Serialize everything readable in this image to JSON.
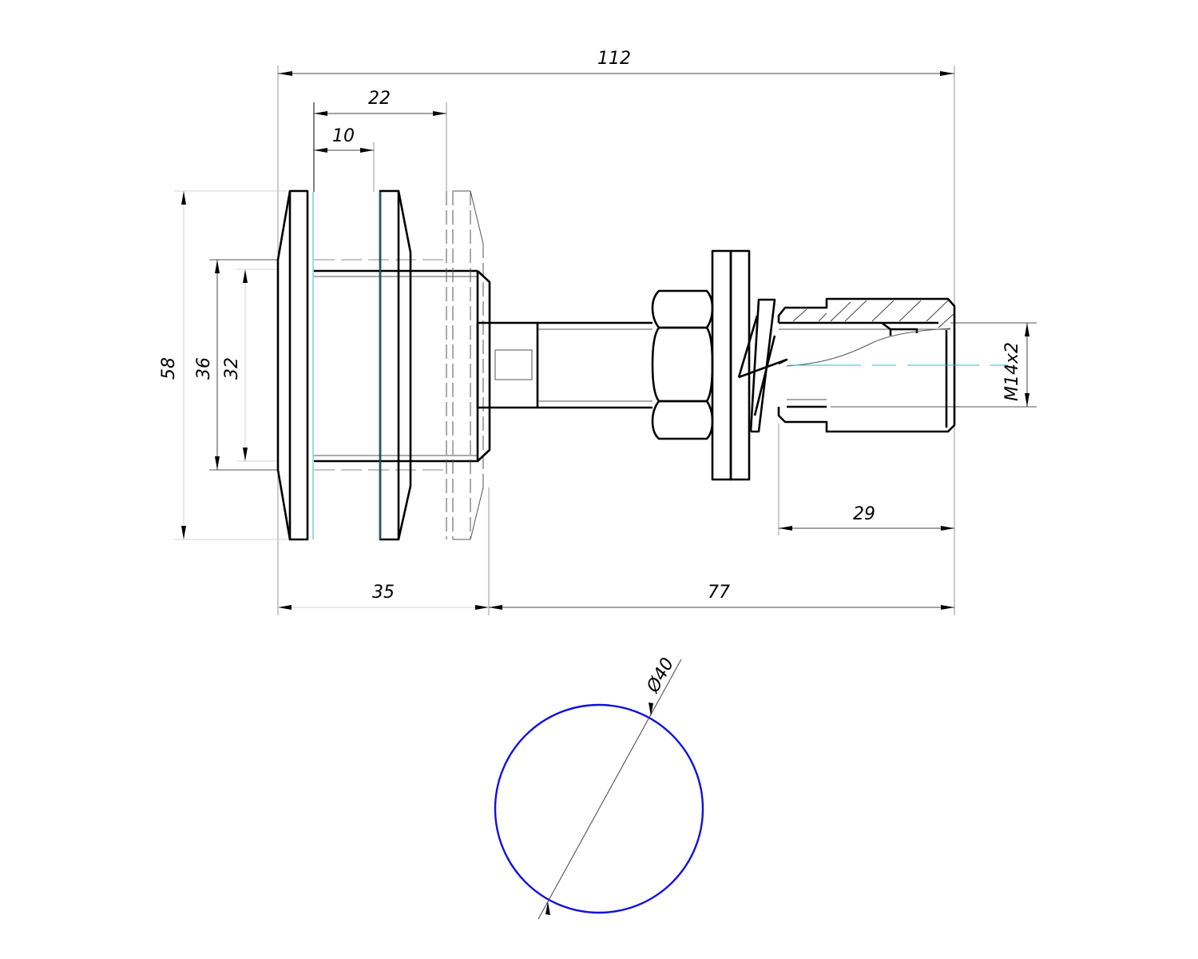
{
  "drawing": {
    "title": "Glass spider fitting bolt assembly",
    "colors": {
      "outline": "#000000",
      "dimension": "#444444",
      "center_line": "#39b4d9",
      "circle_view": "#1010e0",
      "background": "#ffffff"
    },
    "dimensions": {
      "overall_length": "112",
      "plate_spacing_outer": "22",
      "plate_spacing_inner": "10",
      "plate_height": "58",
      "thread_outer": "36",
      "thread_inner": "32",
      "head_length": "35",
      "shaft_length": "77",
      "sleeve_length": "29",
      "thread_spec": "M14x2",
      "disc_diameter": "Ø40"
    }
  }
}
